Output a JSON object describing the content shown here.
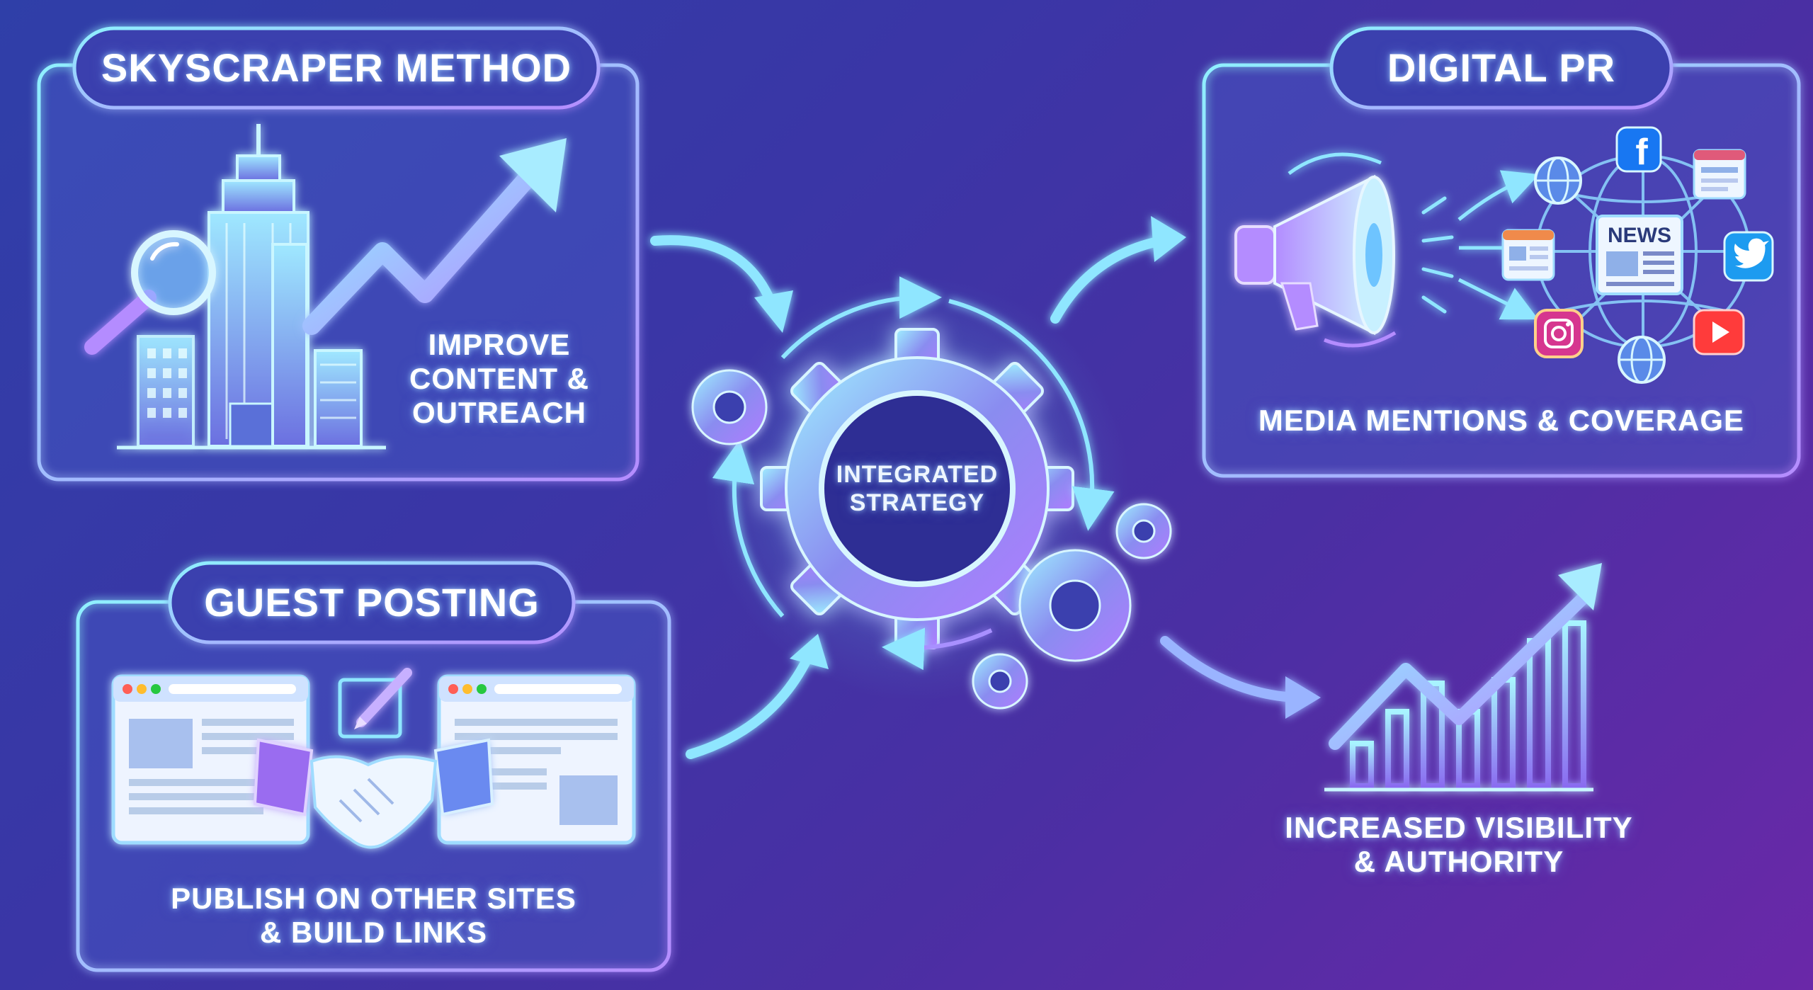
{
  "colors": {
    "glow_cyan": "#7fe6ff",
    "glow_violet": "#b48cff",
    "panel_stroke": "#8fd8ff",
    "background_start": "#2f3fa8",
    "background_end": "#6a28a8",
    "youtube_red": "#ff3b3b",
    "facebook_blue": "#1877f2",
    "twitter_blue": "#1d9bf0"
  },
  "panels": {
    "skyscraper": {
      "title": "SKYSCRAPER METHOD",
      "desc_lines": [
        "IMPROVE",
        "CONTENT &",
        "OUTREACH"
      ]
    },
    "digital_pr": {
      "title": "DIGITAL PR",
      "desc": "MEDIA MENTIONS & COVERAGE",
      "news_label": "NEWS"
    },
    "guest_posting": {
      "title": "GUEST POSTING",
      "desc_lines": [
        "PUBLISH ON OTHER SITES",
        "& BUILD LINKS"
      ]
    }
  },
  "center": {
    "lines": [
      "INTEGRATED",
      "STRATEGY"
    ]
  },
  "outcome": {
    "lines": [
      "INCREASED VISIBILITY",
      "& AUTHORITY"
    ]
  },
  "icons": [
    "skyscraper-icon",
    "magnifier-icon",
    "trend-arrow-icon",
    "megaphone-icon",
    "globe-icon",
    "facebook-icon",
    "twitter-icon",
    "instagram-icon",
    "youtube-icon",
    "news-icon",
    "browser-window-icon",
    "handshake-icon",
    "pencil-icon",
    "gear-icon",
    "growth-chart-icon"
  ]
}
